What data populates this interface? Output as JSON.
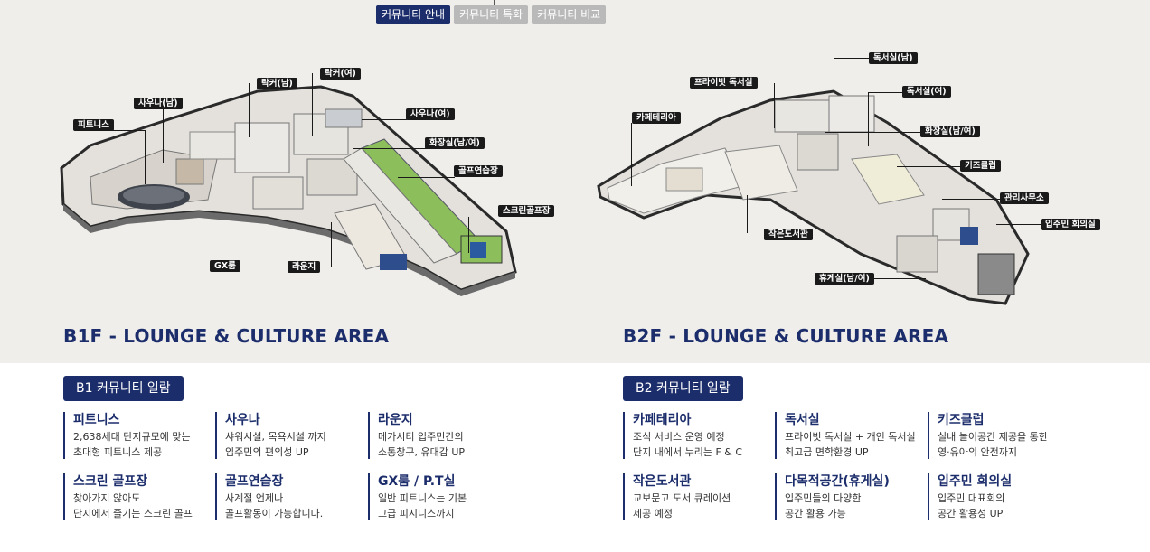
{
  "tabs": [
    {
      "label": "커뮤니티 안내",
      "active": true
    },
    {
      "label": "커뮤니티 특화",
      "active": false
    },
    {
      "label": "커뮤니티 비교",
      "active": false
    }
  ],
  "b1": {
    "title": "B1F - LOUNGE & CULTURE AREA",
    "labels": {
      "fitness": "피트니스",
      "sauna_m": "사우나(남)",
      "locker_m": "락커(남)",
      "locker_f": "락커(여)",
      "sauna_f": "사우나(여)",
      "restroom": "화장실(남/여)",
      "golf_practice": "골프연습장",
      "screen_golf": "스크린골프장",
      "gx": "GX룸",
      "lounge": "라운지"
    },
    "summary_title": "B1 커뮤니티 일람",
    "features": [
      {
        "title": "피트니스",
        "line1": "2,638세대 단지규모에 맞는",
        "line2": "초대형 피트니스 제공"
      },
      {
        "title": "사우나",
        "line1": "샤워시설, 목욕시설 까지",
        "line2": "입주민의 편의성 UP"
      },
      {
        "title": "라운지",
        "line1": "메가시티 입주민간의",
        "line2": "소통창구, 유대감 UP"
      },
      {
        "title": "스크린 골프장",
        "line1": "찾아가지 않아도",
        "line2": "단지에서 즐기는 스크린 골프"
      },
      {
        "title": "골프연습장",
        "line1": "사계절 언제나",
        "line2": "골프활동이 가능합니다."
      },
      {
        "title": "GX룸 / P.T실",
        "line1": "일반 피트니스는 기본",
        "line2": "고급 피시니스까지"
      }
    ]
  },
  "b2": {
    "title": "B2F - LOUNGE & CULTURE AREA",
    "labels": {
      "reading_m": "독서실(남)",
      "private_reading": "프라이빗 독서실",
      "reading_f": "독서실(여)",
      "cafeteria": "카페테리아",
      "restroom": "화장실(남/여)",
      "kids": "키즈클럽",
      "office": "관리사무소",
      "meeting": "입주민 회의실",
      "library": "작은도서관",
      "rest": "휴게실(남/여)"
    },
    "summary_title": "B2 커뮤니티 일람",
    "features": [
      {
        "title": "카페테리아",
        "line1": "조식 서비스 운영 예정",
        "line2": "단지 내에서 누리는 F & C"
      },
      {
        "title": "독서실",
        "line1": "프라이빗 독서실 + 개인 독서실",
        "line2": "최고급 면학환경 UP"
      },
      {
        "title": "키즈클럽",
        "line1": "실내 놀이공간 제공을 통한",
        "line2": "영·유아의 안전까지"
      },
      {
        "title": "작은도서관",
        "line1": "교보문고 도서 큐레이션",
        "line2": "제공 예정"
      },
      {
        "title": "다목적공간(휴게실)",
        "line1": "입주민들의 다양한",
        "line2": "공간 활용 가능"
      },
      {
        "title": "입주민 회의실",
        "line1": "입주민 대표회의",
        "line2": "공간 활용성 UP"
      }
    ]
  },
  "colors": {
    "navy": "#1c2d6b",
    "tab_inactive": "#b9b9b9",
    "background_top": "#efeeeb",
    "golf_green": "#8cbf5c"
  }
}
